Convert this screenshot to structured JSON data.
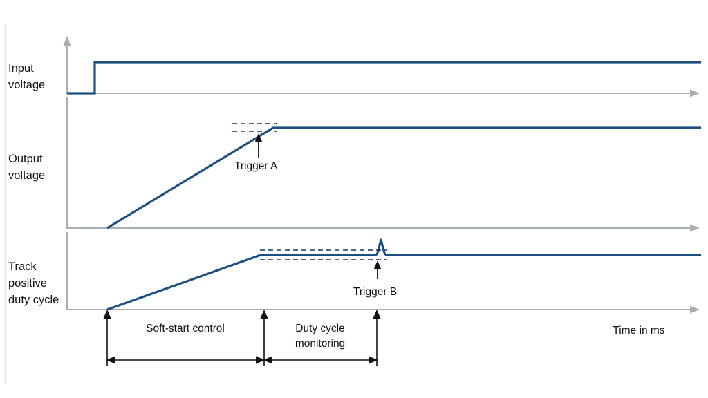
{
  "figure": {
    "type": "timing-diagram",
    "title_visible": false,
    "background_color": "#ffffff",
    "signal_color": "#1d4f81",
    "axis_color": "#a8aeb4",
    "annotation_color": "#111111",
    "dash_color": "#13365c",
    "accent_rule_color": "#cfe9ef"
  },
  "rows": [
    {
      "id": "input-voltage",
      "label_line1": "Input",
      "label_line2": "voltage",
      "label_full": "Input voltage",
      "waveform": "step",
      "description": "Stays low until the turn-on instant, then steps to a constant high level and remains flat."
    },
    {
      "id": "output-voltage",
      "label_line1": "Output",
      "label_line2": "voltage",
      "label_full": "Output voltage",
      "waveform": "ramp-then-plateau",
      "description": "Linear soft-start ramp from zero to the regulation level, then flat at the regulated level."
    },
    {
      "id": "track-positive-duty-cycle",
      "label_line1": "Track",
      "label_line2": "positive",
      "label_line3": "duty cycle",
      "label_full": "Track positive duty cycle",
      "waveform": "ramp-plateau-spike-plateau",
      "description": "Ramps up during soft-start, holds a plateau inside the duty-cycle monitoring window, shows a narrow spike at Trigger B, then settles flat."
    }
  ],
  "callouts": [
    {
      "id": "trigger-a",
      "label": "Trigger A",
      "row": "output-voltage",
      "meaning": "End of the output-voltage soft-start ramp; output reaches the window bounded by the dashed threshold lines."
    },
    {
      "id": "trigger-b",
      "label": "Trigger B",
      "row": "track-positive-duty-cycle",
      "meaning": "Duty-cycle excursion detected at the end of the monitoring window; marked by the narrow spike."
    }
  ],
  "phases": [
    {
      "id": "soft-start-control",
      "label_line1": "Soft-start control",
      "label_line2": "",
      "label_full": "Soft-start control"
    },
    {
      "id": "duty-cycle-monitoring",
      "label_line1": "Duty cycle",
      "label_line2": "monitoring",
      "label_full": "Duty cycle monitoring"
    }
  ],
  "axes": {
    "x_label": "Time in ms",
    "x_direction": "left-to-right arrow",
    "y_direction": "upward arrow",
    "tick_labels": [],
    "gridlines": false
  }
}
